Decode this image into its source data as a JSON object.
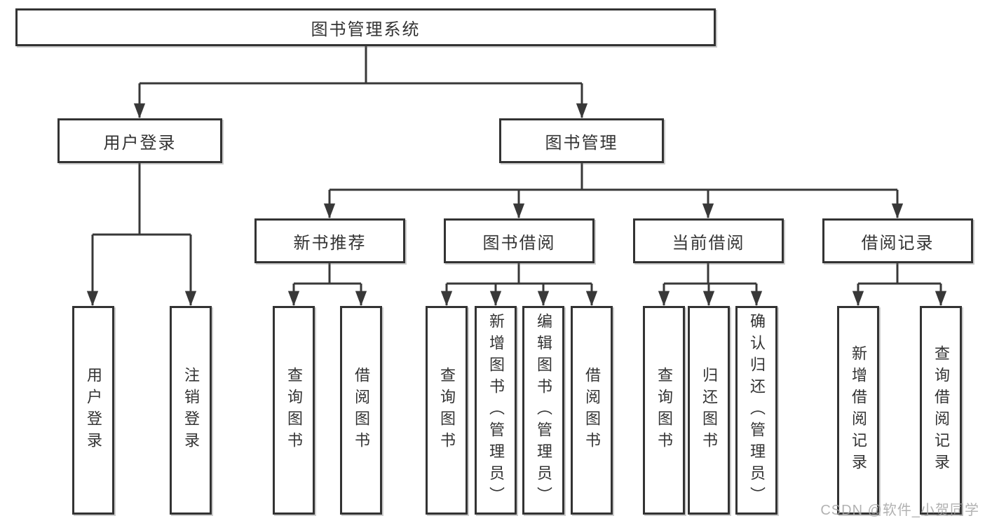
{
  "colors": {
    "background": "#ffffff",
    "line": "#383838",
    "box_border": "#333333",
    "text": "#333333",
    "watermark": "#a5a5a5"
  },
  "diagram": {
    "root": {
      "label": "图书管理系统"
    },
    "level2": [
      {
        "id": "user-login",
        "label": "用户登录"
      },
      {
        "id": "book-management",
        "label": "图书管理"
      }
    ],
    "level3": [
      {
        "id": "new-book-recommend",
        "label": "新书推荐"
      },
      {
        "id": "book-borrowing",
        "label": "图书借阅"
      },
      {
        "id": "current-borrowing",
        "label": "当前借阅"
      },
      {
        "id": "borrowing-records",
        "label": "借阅记录"
      }
    ],
    "leaves": {
      "user_login": [
        "用户登录",
        "注销登录"
      ],
      "new_book_recommend": [
        "查询图书",
        "借阅图书"
      ],
      "book_borrowing": [
        "查询图书",
        "新增图书（管理员）",
        "编辑图书（管理员）",
        "借阅图书"
      ],
      "current_borrowing": [
        "查询图书",
        "归还图书",
        "确认归还（管理员）"
      ],
      "borrowing_records": [
        "新增借阅记录",
        "查询借阅记录"
      ]
    }
  },
  "watermark": {
    "text": "CSDN @软件_小贺同学"
  }
}
